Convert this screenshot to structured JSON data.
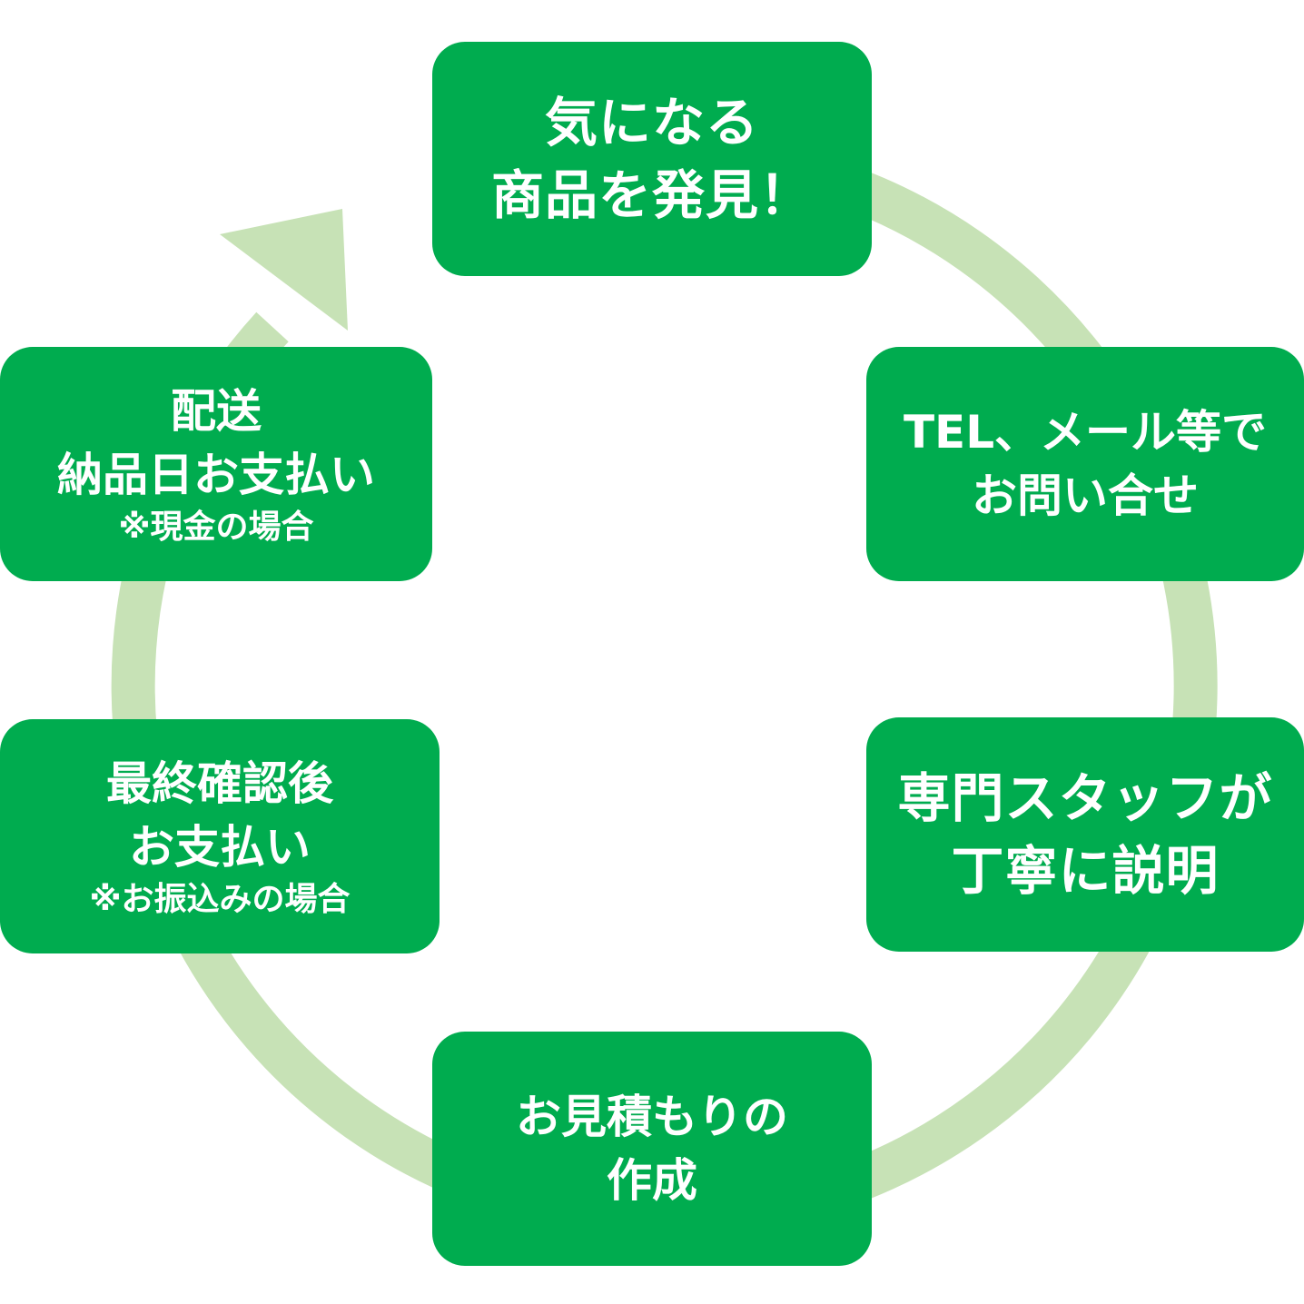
{
  "colors": {
    "box_fill": "#00ac4f",
    "box_text": "#ffffff",
    "ring": "#c7e2b6",
    "background": "#ffffff"
  },
  "steps": [
    {
      "lines": [
        "気になる",
        "商品を発見！"
      ]
    },
    {
      "lines": [
        "TEL、メール等で",
        "お問い合せ"
      ]
    },
    {
      "lines": [
        "専門スタッフが",
        "丁寧に説明"
      ]
    },
    {
      "lines": [
        "お見積もりの",
        "作成"
      ]
    },
    {
      "lines": [
        "最終確認後",
        "お支払い"
      ],
      "note": "※お振込みの場合"
    },
    {
      "lines": [
        "配送",
        "納品日お支払い"
      ],
      "note": "※現金の場合"
    }
  ]
}
